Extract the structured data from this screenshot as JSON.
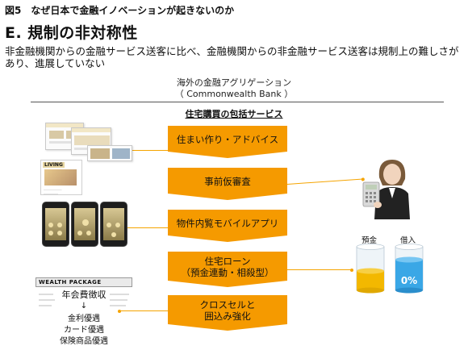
{
  "figure_title": "図5　なぜ日本で金融イノベーションが起きないのか",
  "section_title": "E. 規制の非対称性",
  "description": "非金融機関からの金融サービス送客に比べ、金融機関からの非金融サービス送客は規制上の難しさがあり、進展していない",
  "caption": {
    "line1": "海外の金融アグリゲーション",
    "line2": "（ Commonwealth Bank ）"
  },
  "services_title": "住宅購買の包括サービス",
  "steps": [
    {
      "label": "住まい作り・アドバイス"
    },
    {
      "label": "事前仮審査"
    },
    {
      "label": "物件内覧モバイルアプリ"
    },
    {
      "label": "住宅ローン\n（預金連動・相殺型）"
    },
    {
      "label": "クロスセルと\n囲込み強化"
    }
  ],
  "living_label": "LIVING",
  "wealth_package": {
    "header": "WEALTH PACKAGE",
    "fee": "年会費徴収",
    "arrow": "↓",
    "benefits": [
      "金利優遇",
      "カード優遇",
      "保険商品優遇"
    ]
  },
  "gauge": {
    "deposit_label": "預金",
    "loan_label": "借入",
    "loan_value": "0%",
    "deposit_color": "#f3b800",
    "loan_color": "#3aa7e6"
  },
  "colors": {
    "accent_orange": "#f59a00",
    "connector": "#f5a400"
  }
}
